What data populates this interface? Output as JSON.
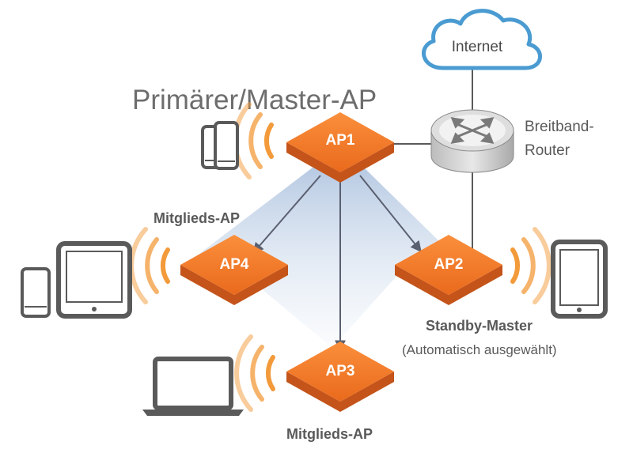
{
  "internet": {
    "label": "Internet"
  },
  "router": {
    "label_line1": "Breitband-",
    "label_line2": "Router"
  },
  "master": {
    "title": "Primärer/Master-AP"
  },
  "access_points": [
    {
      "id": "ap1",
      "label": "AP1"
    },
    {
      "id": "ap2",
      "label": "AP2"
    },
    {
      "id": "ap3",
      "label": "AP3"
    },
    {
      "id": "ap4",
      "label": "AP4"
    }
  ],
  "labels": {
    "member_ap4": "Mitglieds-AP",
    "member_ap3": "Mitglieds-AP",
    "standby": "Standby-Master",
    "standby_note": "(Automatisch ausgewählt)"
  },
  "colors": {
    "ap_orange": "#f07320",
    "ap_orange_dark": "#c4541a",
    "signal_orange": "#f39a3a",
    "device_gray": "#5a5a5a",
    "cloud_blue": "#4a9bd1",
    "beam_blue": "#b3c9e3"
  }
}
